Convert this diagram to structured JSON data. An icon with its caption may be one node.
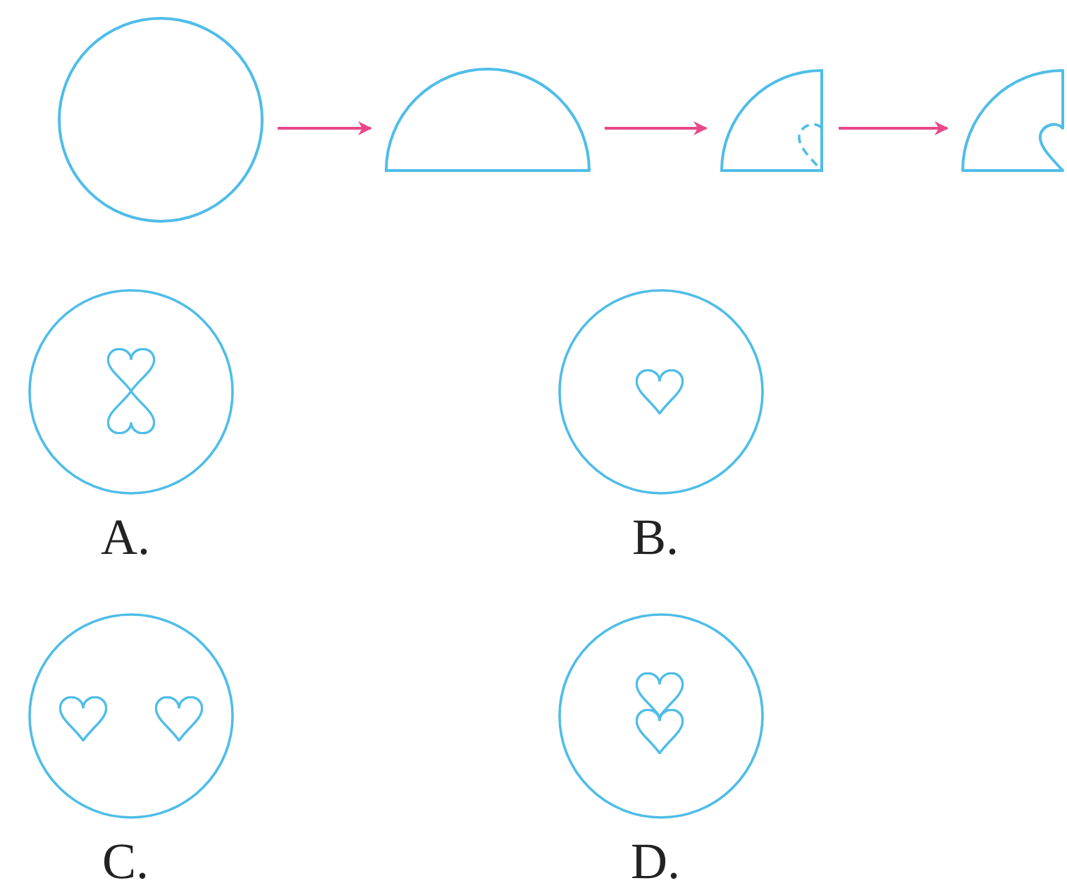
{
  "diagram": {
    "nodes": [
      {
        "text": [],
        "shape": "circle"
      },
      {
        "text": [],
        "shape": "semicircle"
      },
      {
        "text": [],
        "shape": "sector"
      },
      {
        "text": [],
        "shape": "sector"
      },
      {
        "text": [
          "A."
        ]
      },
      {
        "text": [
          "B."
        ]
      },
      {
        "text": [
          "C."
        ]
      },
      {
        "text": [
          "D."
        ]
      }
    ],
    "edges": [
      {
        "from": 0,
        "to": 1,
        "arrow": "to"
      },
      {
        "from": 1,
        "to": 2,
        "arrow": "to"
      },
      {
        "from": 2,
        "to": 3,
        "arrow": "to"
      }
    ]
  }
}
